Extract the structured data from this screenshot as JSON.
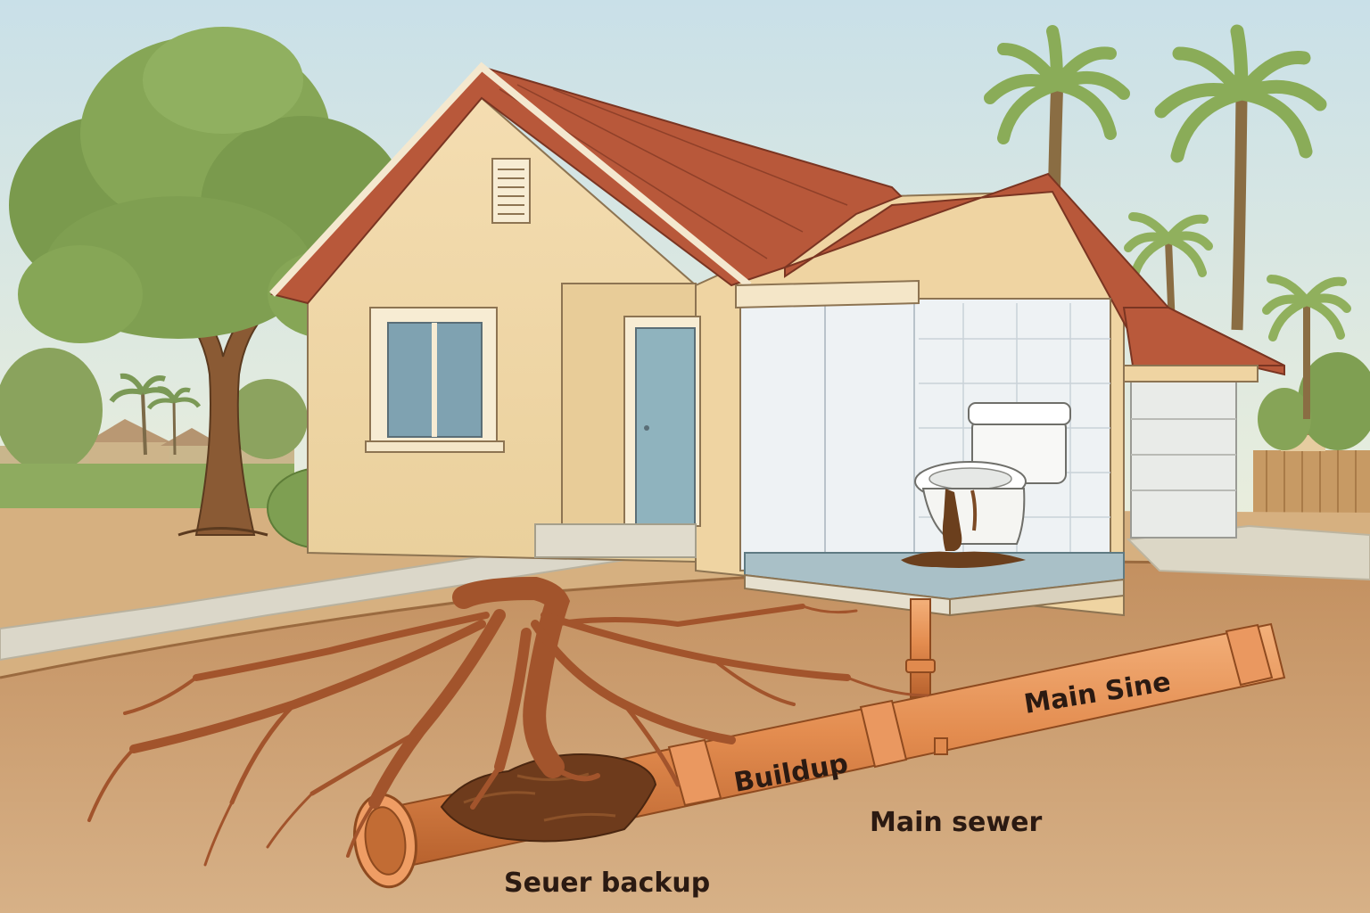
{
  "labels": {
    "main_line": "Main Sine",
    "buildup": "Buildup",
    "main_sewer": "Main sewer",
    "sewer_backup": "Seuer backup"
  },
  "colors": {
    "sky": "#cfe3ea",
    "soil": "#c79a6b",
    "soil_dark": "#8e5a33",
    "house_wall": "#f1d8a8",
    "roof": "#b8583a",
    "pipe": "#e08a4e",
    "pipe_dark": "#b8612c",
    "roots": "#a2542c",
    "foliage": "#7e9f52",
    "palm": "#8daf5c",
    "sewage": "#6b3f1d"
  },
  "icons": {
    "tree": "tree-icon",
    "palm": "palm-tree-icon",
    "toilet": "toilet-icon",
    "pipe": "sewer-pipe-icon",
    "roots": "tree-roots-icon",
    "house": "house-icon"
  }
}
